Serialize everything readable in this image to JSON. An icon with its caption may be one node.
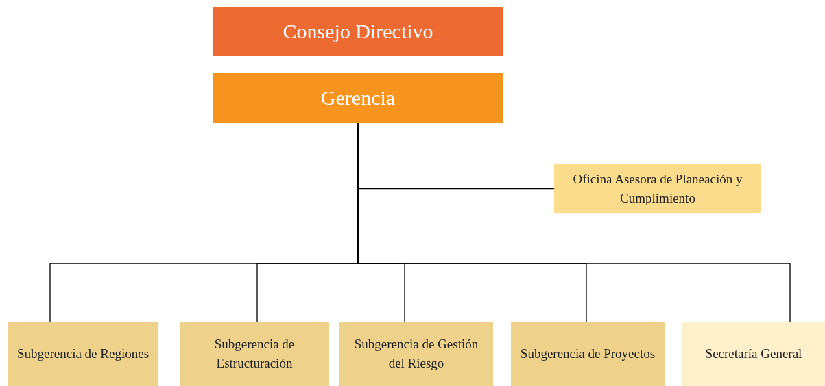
{
  "diagram": {
    "nodes": [
      {
        "text": [
          "Consejo Directivo"
        ]
      },
      {
        "text": [
          "Gerencia"
        ]
      },
      {
        "text": [
          "Oficina Asesora de Planeación y Cumplimiento"
        ]
      },
      {
        "text": [
          "Subgerencia de Regiones"
        ]
      },
      {
        "text": [
          "Subgerencia de Estructuración"
        ]
      },
      {
        "text": [
          "Subgerencia de Gestión del Riesgo"
        ]
      },
      {
        "text": [
          "Subgerencia de Proyectos"
        ]
      },
      {
        "text": [
          "Secretaría General"
        ]
      }
    ],
    "edges": [
      {
        "from": 1,
        "to": 2,
        "arrow": "none"
      },
      {
        "from": 1,
        "to": 3,
        "arrow": "none"
      },
      {
        "from": 1,
        "to": 4,
        "arrow": "none"
      },
      {
        "from": 1,
        "to": 5,
        "arrow": "none"
      },
      {
        "from": 1,
        "to": 6,
        "arrow": "none"
      },
      {
        "from": 1,
        "to": 7,
        "arrow": "none"
      }
    ]
  }
}
